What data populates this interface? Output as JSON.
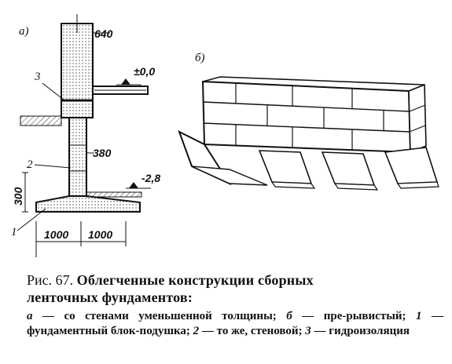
{
  "figure": {
    "panel_a": {
      "label": "а)",
      "dimensions": {
        "top_width": "640",
        "mid_width": "380",
        "height": "300",
        "left_width": "1000",
        "right_width": "1000"
      },
      "levels": {
        "ground": "±0,0",
        "base": "-2,8"
      },
      "callouts": {
        "one": "1",
        "two": "2",
        "three": "3"
      }
    },
    "panel_b": {
      "label": "б)"
    }
  },
  "caption": {
    "prefix": "Рис. 67.",
    "title_line1": "Облегченные конструкции сборных",
    "title_line2": "ленточных фундаментов:",
    "legend": [
      {
        "key": "а",
        "text": " — со стенами уменьшенной толщины; "
      },
      {
        "key": "б",
        "text": " — пре-рывистый; "
      },
      {
        "key": "1",
        "text": " — фундаментный блок-подушка; "
      },
      {
        "key": "2",
        "text": " — то же, стеновой; "
      },
      {
        "key": "3",
        "text": " — гидроизоляция"
      }
    ]
  }
}
